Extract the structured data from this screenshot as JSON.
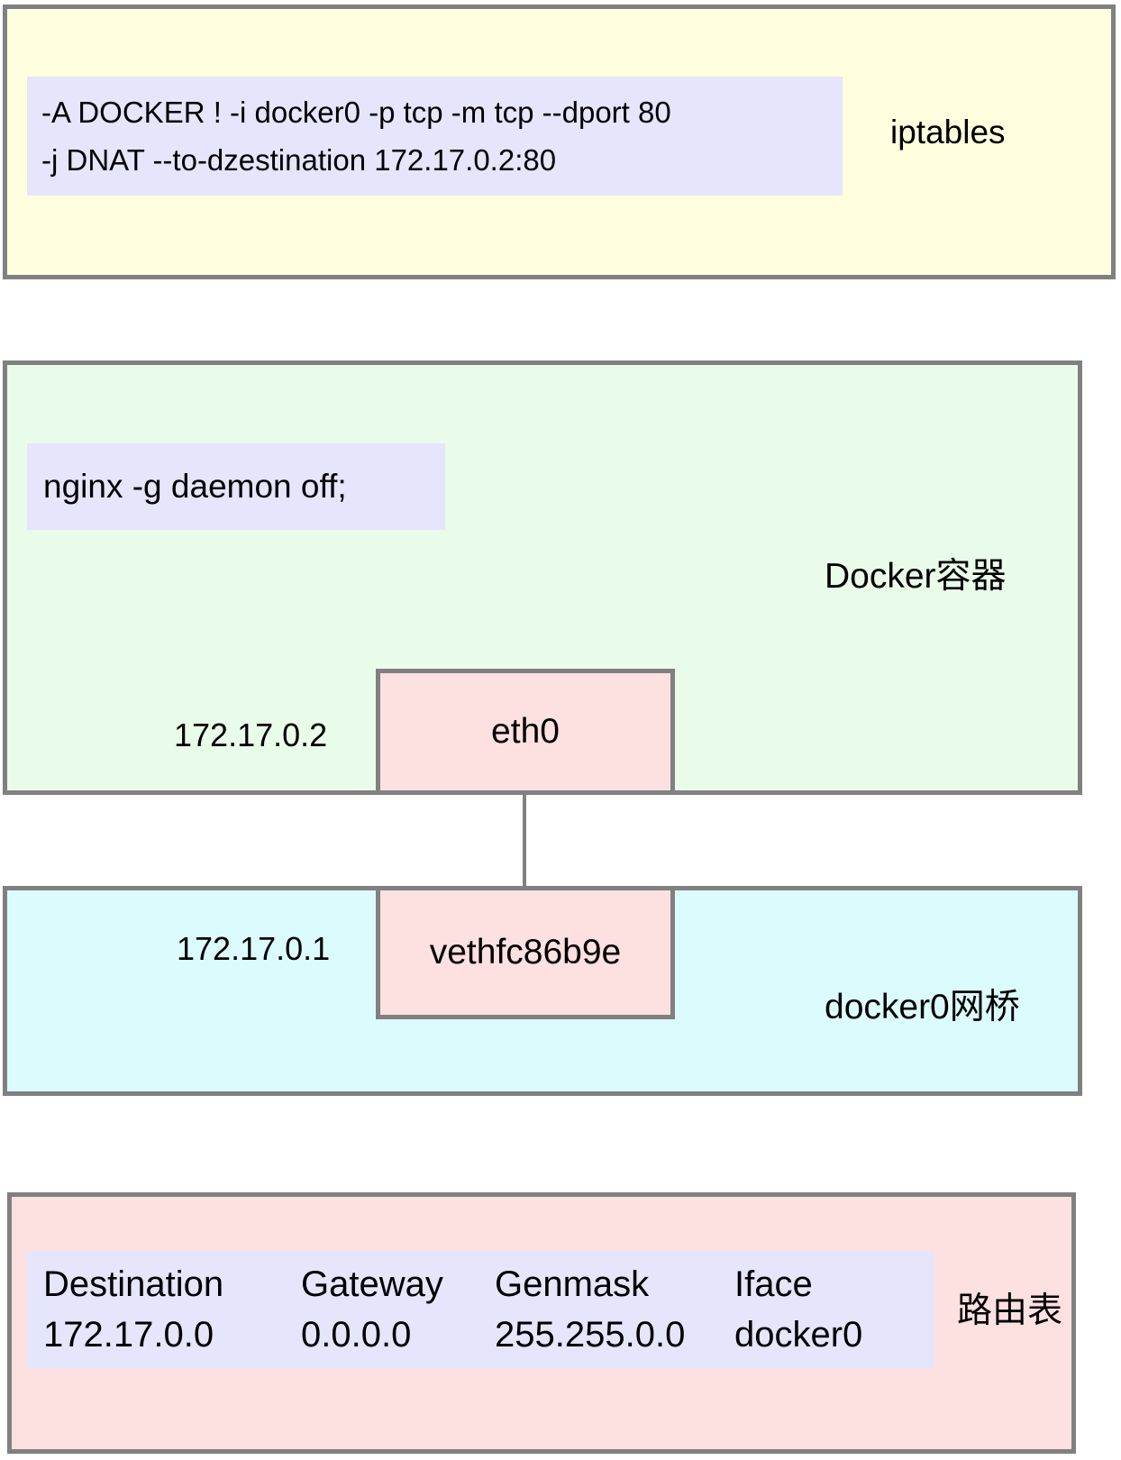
{
  "diagram": {
    "title": "Docker bridge networking diagram",
    "colors": {
      "border_gray": "#808080",
      "iptables_zone_fill": "#FFFFE0",
      "container_zone_fill": "#E9FBE9",
      "bridge_zone_fill": "#DCFBFD",
      "route_zone_fill": "#FDE0E0",
      "code_box_fill": "#E5E5FB",
      "interface_box_fill": "#FDE0E0"
    }
  },
  "iptables": {
    "zone_label": "iptables",
    "rule_lines": [
      "-A DOCKER ! -i docker0 -p tcp -m tcp --dport 80",
      "-j DNAT --to-dzestination 172.17.0.2:80"
    ]
  },
  "container": {
    "zone_label": "Docker容器",
    "command": "nginx -g daemon off;",
    "ip_address": "172.17.0.2",
    "interface_name": "eth0"
  },
  "bridge": {
    "zone_label": "docker0网桥",
    "ip_address": "172.17.0.1",
    "interface_name": "vethfc86b9e"
  },
  "route_table": {
    "zone_label": "路由表",
    "headers": {
      "destination": "Destination",
      "gateway": "Gateway",
      "genmask": "Genmask",
      "iface": "Iface"
    },
    "rows": [
      {
        "destination": "172.17.0.0",
        "gateway": "0.0.0.0",
        "genmask": "255.255.0.0",
        "iface": "docker0"
      }
    ]
  }
}
